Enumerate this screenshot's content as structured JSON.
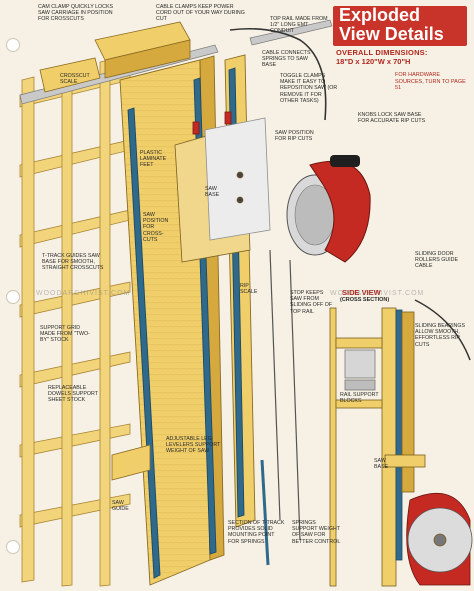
{
  "title": {
    "line1": "Exploded",
    "line2": "View Details"
  },
  "dimensions": {
    "label": "OVERALL DIMENSIONS:",
    "value": "18\"D x 120\"W x 70\"H"
  },
  "hardware_note": "FOR HARDWARE SOURCES, TURN TO PAGE 51",
  "side_view": {
    "title": "SIDE VIEW",
    "subtitle": "(CROSS SECTION)"
  },
  "watermark": "WOODARCHIVIST.COM",
  "callouts": {
    "cam_clamp": "CAM CLAMP QUICKLY LOCKS SAW CARRIAGE IN POSITION FOR CROSSCUTS",
    "cable_clamps": "CABLE CLAMPS KEEP POWER CORD OUT OF YOUR WAY DURING CUT",
    "top_rail": "TOP RAIL MADE FROM 1/2\" LONG EMT CONDUIT",
    "cable_connects": "CABLE CONNECTS SPRINGS TO SAW BASE",
    "crosscut_scale": "CROSSCUT SCALE",
    "toggle_clamps": "TOGGLE CLAMPS MAKE IT EASY TO REPOSITION SAW (OR REMOVE IT FOR OTHER TASKS)",
    "knobs": "KNOBS LOCK SAW BASE FOR ACCURATE RIP CUTS",
    "saw_position_rip": "SAW POSITION FOR RIP CUTS",
    "plastic_laminate": "PLASTIC LAMINATE FEET",
    "saw_base": "SAW BASE",
    "saw_position_cross": "SAW POSITION FOR CROSS-CUTS",
    "t_track": "T-TRACK GUIDES SAW BASE FOR SMOOTH, STRAIGHT CROSSCUTS",
    "rip_scale": "RIP SCALE",
    "support_grid": "SUPPORT GRID MADE FROM \"TWO-BY\" STOCK",
    "stop_keeps": "STOP KEEPS SAW FROM SLIDING OFF OF TOP RAIL",
    "sliding_door": "SLIDING DOOR ROLLERS GUIDE CABLE",
    "sliding_bearings": "SLIDING BEARINGS ALLOW SMOOTH, EFFORTLESS RIP CUTS",
    "replaceable_dowels": "REPLACEABLE DOWELS SUPPORT SHEET STOCK",
    "rail_support": "RAIL SUPPORT BLOCKS",
    "adjustable_levelers": "ADJUSTABLE LEG LEVELERS SUPPORT WEIGHT OF SAW",
    "saw_base_side": "SAW BASE",
    "saw_guide": "SAW GUIDE",
    "section_t_track": "SECTION OF T-TRACK PROVIDES SOLID MOUNTING POINT FOR SPRINGS",
    "springs_support": "SPRINGS SUPPORT WEIGHT OF SAW FOR BETTER CONTROL"
  },
  "colors": {
    "title_red": "#c9342a",
    "wood": "#f0cf6a",
    "wood_dark": "#d6a93e",
    "track_blue": "#2f6a8c",
    "saw_red": "#c42a22"
  }
}
